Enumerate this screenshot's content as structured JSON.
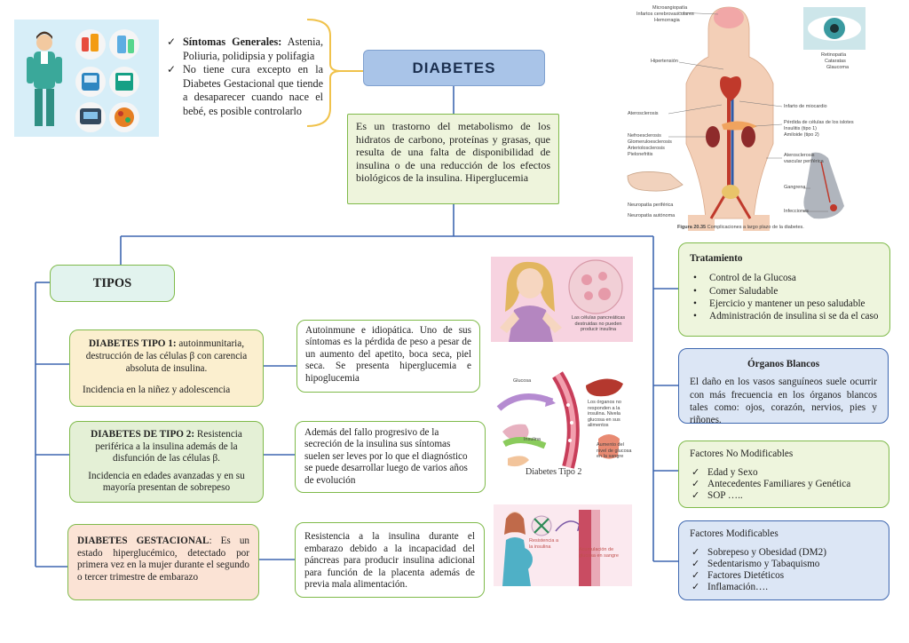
{
  "title": "DIABETES",
  "definition": "Es un trastorno del metabolismo de los hidratos de carbono, proteínas y grasas, que resulta de una falta de disponibilidad de insulina o de una reducción de los efectos biológicos de la insulina. Hiperglucemia",
  "general_notes": {
    "items": [
      {
        "bold": "Síntomas Generales:",
        "text": " Astenia, Poliuria, polidipsia y polifagia"
      },
      {
        "bold": "",
        "text": "No tiene cura excepto en la Diabetes Gestacional que tiende a desaparecer cuando nace el bebé, es posible controlarlo"
      }
    ]
  },
  "tipos": {
    "label": "TIPOS",
    "tipo1": {
      "heading": "DIABETES TIPO 1:",
      "desc": " autoinmunitaria, destrucción de las células β con carencia absoluta de insulina.",
      "incidence": "Incidencia en la niñez y adolescencia",
      "detail": "Autoinmune e idiopática. Uno de sus síntomas es la pérdida de peso a pesar de un aumento del apetito, boca seca, piel seca. Se presenta hiperglucemia e hipoglucemia"
    },
    "tipo2": {
      "heading": "DIABETES DE TIPO 2:",
      "desc": " Resistencia periférica a la insulina además de la disfunción de las células β.",
      "incidence": "Incidencia en edades avanzadas y en su mayoría presentan de sobrepeso",
      "detail": "Además del fallo progresivo de la secreción de la insulina sus síntomas suelen ser leves por lo que el diagnóstico se puede desarrollar luego de varios años de evolución"
    },
    "gestacional": {
      "heading": "DIABETES GESTACIONAL",
      "desc": ": Es un estado hiperglucémico, detectado por primera vez en la mujer durante el segundo o tercer trimestre de embarazo",
      "detail": "Resistencia a la insulina durante el embarazo debido a la incapacidad del páncreas para producir insulina adicional para función de la placenta además de previa mala alimentación."
    }
  },
  "tratamiento": {
    "title": "Tratamiento",
    "items": [
      "Control de la Glucosa",
      "Comer Saludable",
      "Ejercicio y mantener un peso saludable",
      "Administración de insulina si se da el caso"
    ]
  },
  "organos": {
    "title": "Órganos Blancos",
    "text": "El daño en los vasos sanguíneos suele ocurrir con más frecuencia en los órganos blancos tales como: ojos, corazón, nervios, pies y riñones."
  },
  "no_modificables": {
    "title": "Factores No Modificables",
    "items": [
      "Edad y Sexo",
      "Antecedentes Familiares y Genética",
      "SOP ….."
    ]
  },
  "modificables": {
    "title": "Factores Modificables",
    "items": [
      "Sobrepeso y Obesidad (DM2)",
      "Sedentarismo y Tabaquismo",
      "Factores Dietéticos",
      "Inflamación…."
    ]
  },
  "illustrations": {
    "complications": {
      "labels_left": [
        "Microangiopatía",
        "Infartos cerebrovasculares",
        "Hemorragia",
        "Hipertensión",
        "Aterosclerosis",
        "Nefroesclerosis",
        "Glomeruloesclerosis",
        "Arteriolosclerosis",
        "Pielonefritis",
        "Neuropatía periférica",
        "Neuropatía autónoma"
      ],
      "labels_right": [
        "Retinopatía",
        "Cataratas",
        "Glaucoma",
        "Infarto de miocardio",
        "Pérdida de células de los islotes",
        "Insulitis (tipo 1)",
        "Amiloide (tipo 2)",
        "Aterosclerosis",
        "vascular periférica",
        "Gangrena",
        "Infecciones"
      ],
      "caption_bold": "Figura 20.35",
      "caption": " Complicaciones a largo plazo de la diabetes."
    },
    "girl_caption": "Las células pancreáticas destruidas no pueden producir insulina",
    "tipo2": {
      "glucosa": "Glucosa",
      "insulina": "Insulina",
      "organos": "Los órganos no responden a la insulina. Nivela glucosa en sus alimentos",
      "aumento": "Aumento del nivel de glucosa en la sangre",
      "caption": "Diabetes Tipo 2"
    },
    "gestational": {
      "resistencia": "Resistencia a la insulina",
      "acumulacion": "Acumulación de glucosa en sangre"
    }
  },
  "colors": {
    "title_bg": "#a9c4e8",
    "def_bg": "#eef4dc",
    "tipos_bg": "#e2f3ee",
    "tipo1_bg": "#fbefcf",
    "tipo2_bg": "#e4f0d6",
    "gest_bg": "#fbe3d5",
    "green_border": "#7fba4a",
    "blue_line": "#3e67b0",
    "organos_bg": "#dce6f5"
  }
}
